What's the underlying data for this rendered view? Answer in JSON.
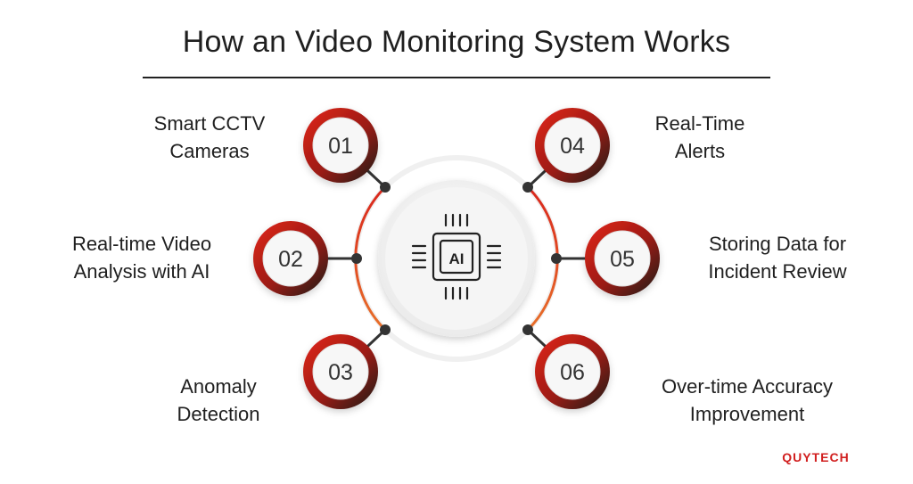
{
  "title": "How an Video Monitoring System Works",
  "center": {
    "icon": "ai-chip-icon",
    "label": "AI"
  },
  "steps": [
    {
      "number": "01",
      "label_lines": [
        "Smart CCTV",
        "Cameras"
      ]
    },
    {
      "number": "02",
      "label_lines": [
        "Real-time Video",
        "Analysis with AI"
      ]
    },
    {
      "number": "03",
      "label_lines": [
        "Anomaly",
        "Detection"
      ]
    },
    {
      "number": "04",
      "label_lines": [
        "Real-Time",
        "Alerts"
      ]
    },
    {
      "number": "05",
      "label_lines": [
        "Storing Data for",
        "Incident Review"
      ]
    },
    {
      "number": "06",
      "label_lines": [
        "Over-time Accuracy",
        "Improvement"
      ]
    }
  ],
  "brand": "QUYTECH",
  "colors": {
    "accent_red": "#d9261c",
    "accent_orange": "#e8702a",
    "dark": "#2b2b2b"
  }
}
